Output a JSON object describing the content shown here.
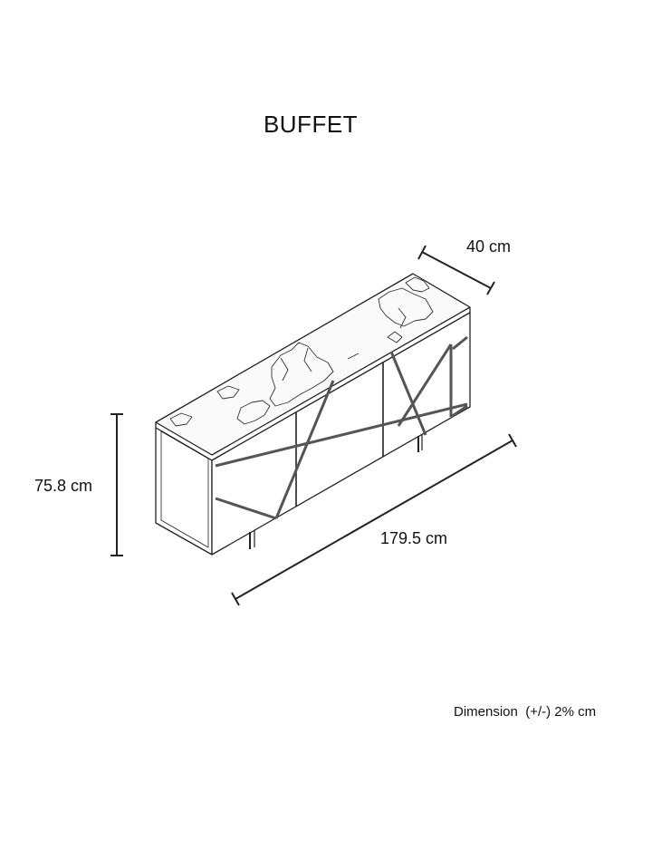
{
  "title": "BUFFET",
  "dimensions": {
    "depth": "40 cm",
    "height": "75.8 cm",
    "width": "179.5 cm"
  },
  "note": "Dimension  (+/-) 2% cm",
  "colors": {
    "line": "#222222",
    "inlay": "#555555"
  }
}
